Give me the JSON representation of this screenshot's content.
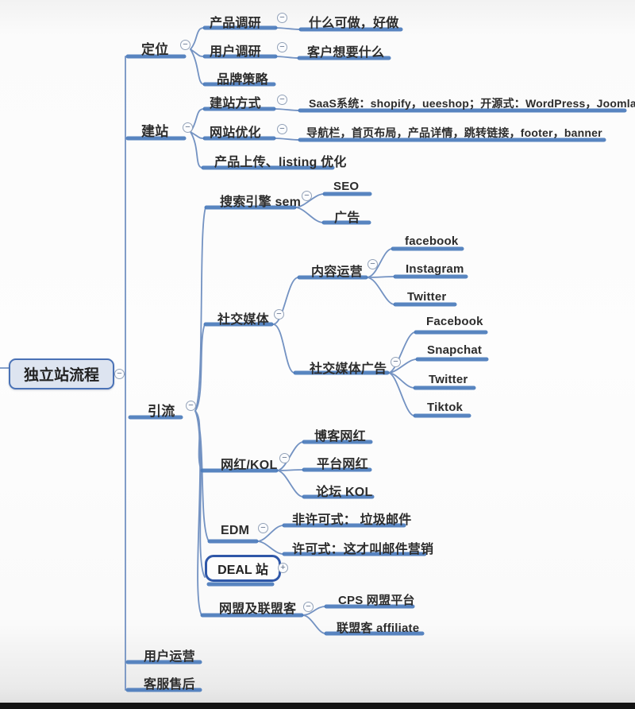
{
  "mindmap": {
    "root": {
      "label": "独立站流程"
    },
    "branches": [
      {
        "label": "定位",
        "children": [
          {
            "label": "产品调研",
            "children": [
              {
                "label": "什么可做，好做"
              }
            ]
          },
          {
            "label": "用户调研",
            "children": [
              {
                "label": "客户想要什么"
              }
            ]
          },
          {
            "label": "品牌策略"
          }
        ]
      },
      {
        "label": "建站",
        "children": [
          {
            "label": "建站方式",
            "children": [
              {
                "label": "SaaS系统：shopify，ueeshop；开源式：WordPress，Joomla"
              }
            ]
          },
          {
            "label": "网站优化",
            "children": [
              {
                "label": "导航栏，首页布局，产品详情，跳转链接，footer，banner"
              }
            ]
          },
          {
            "label": "产品上传、listing 优化"
          }
        ]
      },
      {
        "label": "引流",
        "children": [
          {
            "label": "搜索引擎 sem",
            "children": [
              {
                "label": "SEO"
              },
              {
                "label": "广告"
              }
            ]
          },
          {
            "label": "社交媒体",
            "children": [
              {
                "label": "内容运营",
                "children": [
                  {
                    "label": "facebook"
                  },
                  {
                    "label": "Instagram"
                  },
                  {
                    "label": "Twitter"
                  }
                ]
              },
              {
                "label": "社交媒体广告",
                "children": [
                  {
                    "label": "Facebook"
                  },
                  {
                    "label": "Snapchat"
                  },
                  {
                    "label": "Twitter"
                  },
                  {
                    "label": "Tiktok"
                  }
                ]
              }
            ]
          },
          {
            "label": "网红/KOL",
            "children": [
              {
                "label": "博客网红"
              },
              {
                "label": "平台网红"
              },
              {
                "label": "论坛 KOL"
              }
            ]
          },
          {
            "label": "EDM",
            "children": [
              {
                "label": "非许可式： 垃圾邮件"
              },
              {
                "label": "许可式：这才叫邮件营销"
              }
            ]
          },
          {
            "label": "DEAL 站",
            "highlighted": true
          },
          {
            "label": "网盟及联盟客",
            "children": [
              {
                "label": "CPS 网盟平台"
              },
              {
                "label": "联盟客 affiliate"
              }
            ]
          }
        ]
      },
      {
        "label": "用户运营"
      },
      {
        "label": "客服售后"
      }
    ]
  },
  "icons": {
    "collapse_glyph": "−",
    "expand_glyph": "+"
  },
  "colors": {
    "branch_underline": "#4c7cbc",
    "connector_line": "#7392c2",
    "root_fill": "#dde4f0",
    "root_border": "#4a72b6",
    "highlight_border": "#2f57a8",
    "text": "#2c2c2c"
  }
}
